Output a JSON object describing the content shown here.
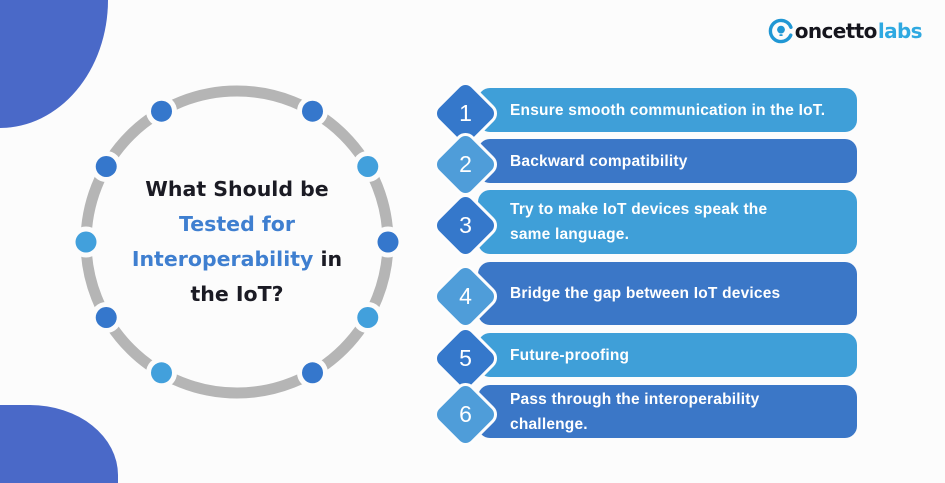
{
  "canvas": {
    "bg": "#fcfcfc",
    "blob_color": "#4a69c8"
  },
  "logo": {
    "icon": "concetto-c-lightbulb-icon",
    "icon_color": "#2097d4",
    "word_dark": "oncetto",
    "word_light": "labs",
    "word_dark_color": "#15151d",
    "word_light_color": "#2fa9e1"
  },
  "title": {
    "line1": "What Should be",
    "line2": "Tested for",
    "line3_accent": "Interoperability",
    "line3_rest": " in",
    "line4": "the IoT?",
    "dark_color": "#1b1b24",
    "accent_color": "#3f7fd0"
  },
  "ring": {
    "color": "#b5b5b5",
    "radius": 151,
    "stroke_width": 11,
    "dot_radius": 10.5,
    "halo_radius": 15.5,
    "dots": [
      {
        "angle": 30,
        "color": "#3577cc"
      },
      {
        "angle": 60,
        "color": "#42a0dc"
      },
      {
        "angle": 90,
        "color": "#3577cc"
      },
      {
        "angle": 120,
        "color": "#42a0dc"
      },
      {
        "angle": 150,
        "color": "#3577cc"
      },
      {
        "angle": 210,
        "color": "#42a0dc"
      },
      {
        "angle": 240,
        "color": "#3577cc"
      },
      {
        "angle": 270,
        "color": "#42a0dc"
      },
      {
        "angle": 300,
        "color": "#3577cc"
      },
      {
        "angle": 330,
        "color": "#3577cc"
      }
    ]
  },
  "items": [
    {
      "number": "1",
      "text": "Ensure smooth communication in the IoT.",
      "bar_color": "#3f9fd8",
      "diamond_color": "#3578cb"
    },
    {
      "number": "2",
      "text": "Backward compatibility",
      "bar_color": "#3b77c7",
      "diamond_color": "#4f9dd9"
    },
    {
      "number": "3",
      "text": "Try to make IoT devices speak the\nsame language.",
      "bar_color": "#3f9fd8",
      "diamond_color": "#3578cb"
    },
    {
      "number": "4",
      "text": "Bridge the gap between IoT devices",
      "bar_color": "#3b77c7",
      "diamond_color": "#4f9dd9"
    },
    {
      "number": "5",
      "text": "Future-proofing",
      "bar_color": "#3f9fd8",
      "diamond_color": "#3578cb"
    },
    {
      "number": "6",
      "text": "Pass through the interoperability\nchallenge.",
      "bar_color": "#3b77c7",
      "diamond_color": "#4f9dd9"
    }
  ]
}
